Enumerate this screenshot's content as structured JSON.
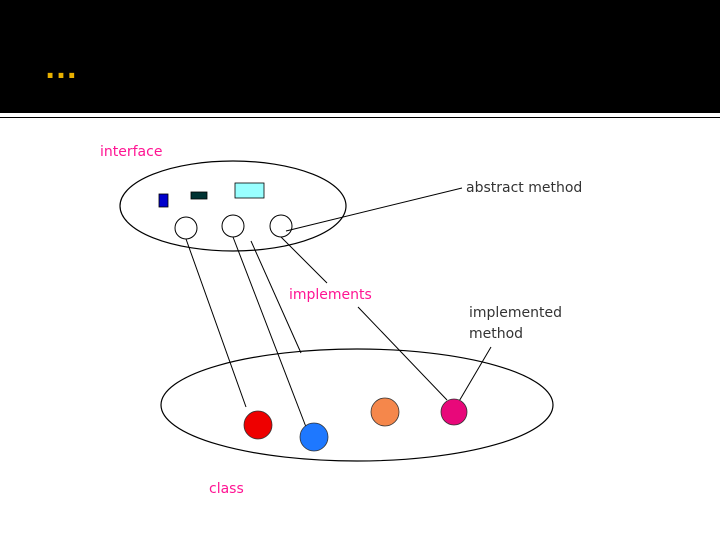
{
  "slide": {
    "title": "…"
  },
  "diagram": {
    "labels": {
      "interface": "interface",
      "abstract_method": "abstract method",
      "implements": "implements",
      "implemented_method_line1": "implemented",
      "implemented_method_line2": "method",
      "class": "class"
    },
    "colors": {
      "title_accent": "#e8b000",
      "label_pink": "#ff1493",
      "icon_blue": "#0000cc",
      "icon_dark": "#003333",
      "icon_cyan": "#99ffff",
      "method_red": "#ee0000",
      "method_blue": "#1e78ff",
      "method_orange": "#f5874b",
      "method_magenta": "#e8087a"
    }
  }
}
